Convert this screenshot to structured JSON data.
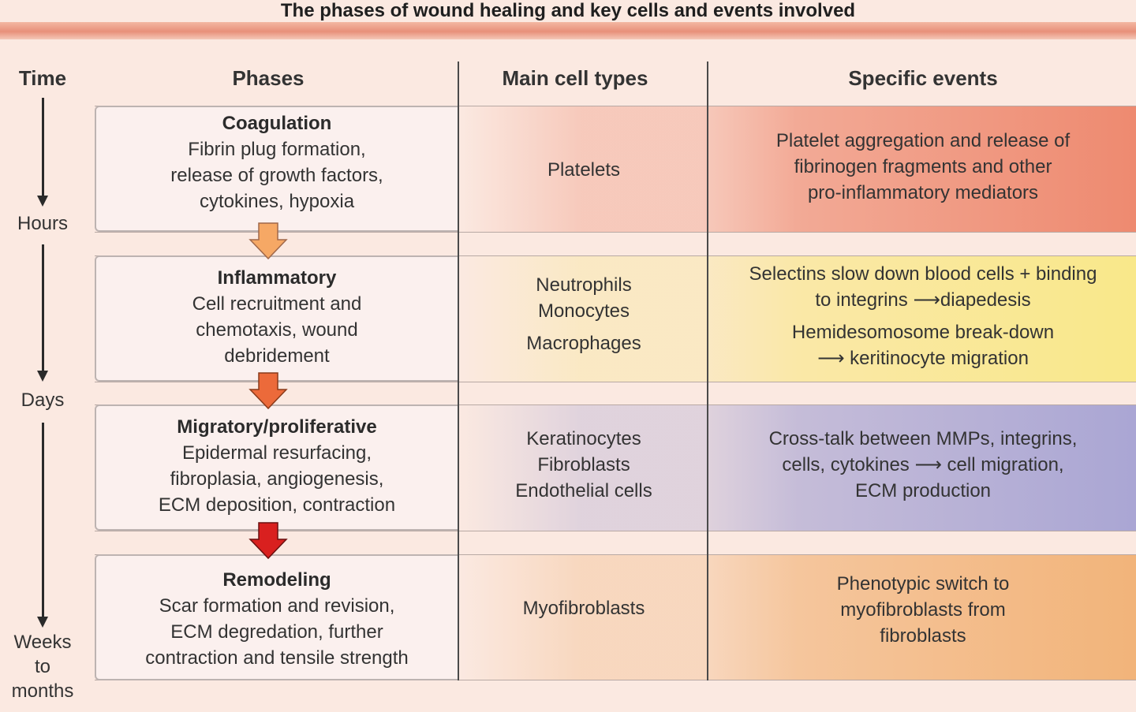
{
  "title": "The phases of wound healing and key cells and events involved",
  "headers": {
    "time": "Time",
    "phases": "Phases",
    "cells": "Main cell types",
    "events": "Specific events"
  },
  "time_labels": [
    "Hours",
    "Days",
    "Weeks",
    "to",
    "months"
  ],
  "rows": [
    {
      "phase": "Coagulation",
      "description": [
        "Fibrin plug formation,",
        "release of growth factors,",
        "cytokines, hypoxia"
      ],
      "cells": [
        "Platelets"
      ],
      "events": [
        "Platelet aggregation and release of",
        "fibrinogen fragments and other",
        "pro-inflammatory mediators"
      ],
      "color": "#ee8a70",
      "arrow_color": "#f6a865"
    },
    {
      "phase": "Inflammatory",
      "description": [
        "Cell recruitment and",
        "chemotaxis, wound",
        "debridement"
      ],
      "cells": [
        "Neutrophils",
        "Monocytes",
        "Macrophages"
      ],
      "events": [
        "Selectins slow down blood cells + binding",
        "to integrins ⟶diapedesis",
        "Hemidesomosome break-down",
        "⟶ keritinocyte migration"
      ],
      "color": "#f9e88a",
      "arrow_color": "#ec6a3a"
    },
    {
      "phase": "Migratory/proliferative",
      "description": [
        "Epidermal resurfacing,",
        "fibroplasia, angiogenesis,",
        "ECM deposition, contraction"
      ],
      "cells": [
        "Keratinocytes",
        "Fibroblasts",
        "Endothelial cells"
      ],
      "events": [
        "Cross-talk between MMPs, integrins,",
        "cells, cytokines ⟶ cell migration,",
        "ECM production"
      ],
      "color": "#aaa6d4",
      "arrow_color": "#d9201f"
    },
    {
      "phase": "Remodeling",
      "description": [
        "Scar formation and revision,",
        "ECM degredation, further",
        "contraction and tensile strength"
      ],
      "cells": [
        "Myofibroblasts"
      ],
      "events": [
        "Phenotypic switch to",
        "myofibroblasts from",
        "fibroblasts"
      ],
      "color": "#f2b47a"
    }
  ]
}
